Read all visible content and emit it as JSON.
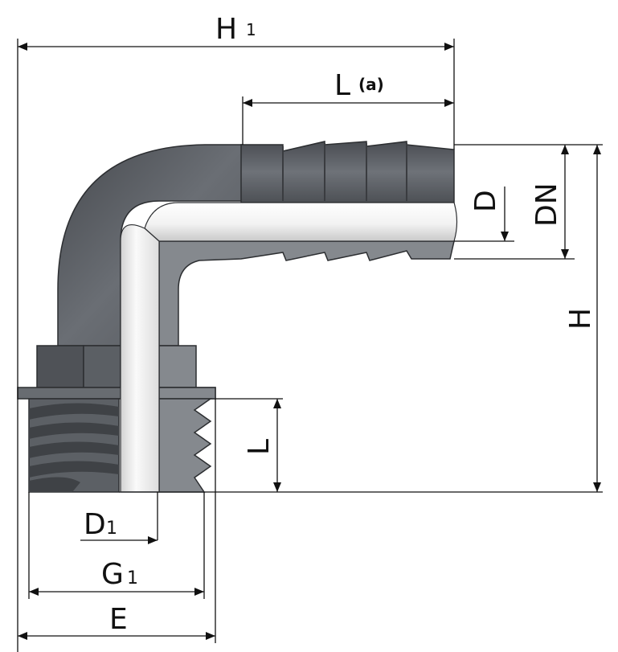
{
  "labels": {
    "h1": "H",
    "h1_sub": "1",
    "l_top": "L",
    "l_top_sub": "(a)",
    "d": "D",
    "dn": "DN",
    "h": "H",
    "l_bottom": "L",
    "d1": "D",
    "d1_sub": "1",
    "g1": "G",
    "g1_sub": "1",
    "e": "E"
  },
  "colors": {
    "body_dark": "#5f6369",
    "body_shadow": "#3f4246",
    "section_face": "#85898e",
    "bore_light": "#f4f4f4",
    "dimension_line": "#111111"
  }
}
